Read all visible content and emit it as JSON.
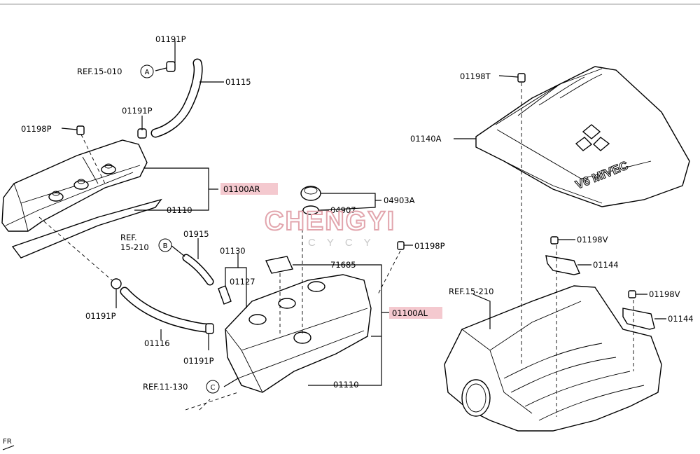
{
  "labels": {
    "p01191P_top": "01191P",
    "ref_a": "REF.15-010",
    "p01115": "01115",
    "p01191P_mid": "01191P",
    "p01198P_left": "01198P",
    "p01100AR": "01100AR",
    "p01110_top": "01110",
    "ref_b_line1": "REF.",
    "ref_b_line2": "15-210",
    "p01915": "01915",
    "p01130": "01130",
    "p01127": "01127",
    "p01191P_lower": "01191P",
    "p01116": "01116",
    "p01191P_bottom": "01191P",
    "ref_c": "REF.11-130",
    "fr": "FR",
    "p04903A": "04903A",
    "p04907": "04907",
    "p01198P_right": "01198P",
    "p71685": "71685",
    "p01100AL": "01100AL",
    "p01110_bottom": "01110",
    "p01198T": "01198T",
    "p01140A": "01140A",
    "p01198V_1": "01198V",
    "p01144_1": "01144",
    "ref_d": "REF.15-210",
    "p01198V_2": "01198V",
    "p01144_2": "01144"
  },
  "circle_refs": {
    "a": "A",
    "b": "B",
    "c": "C"
  },
  "cover_emblem": "V6 MIVEC",
  "watermark": {
    "main": "CHENGYI",
    "sub": "CYCY"
  },
  "highlight_color": "#f4c9cf"
}
